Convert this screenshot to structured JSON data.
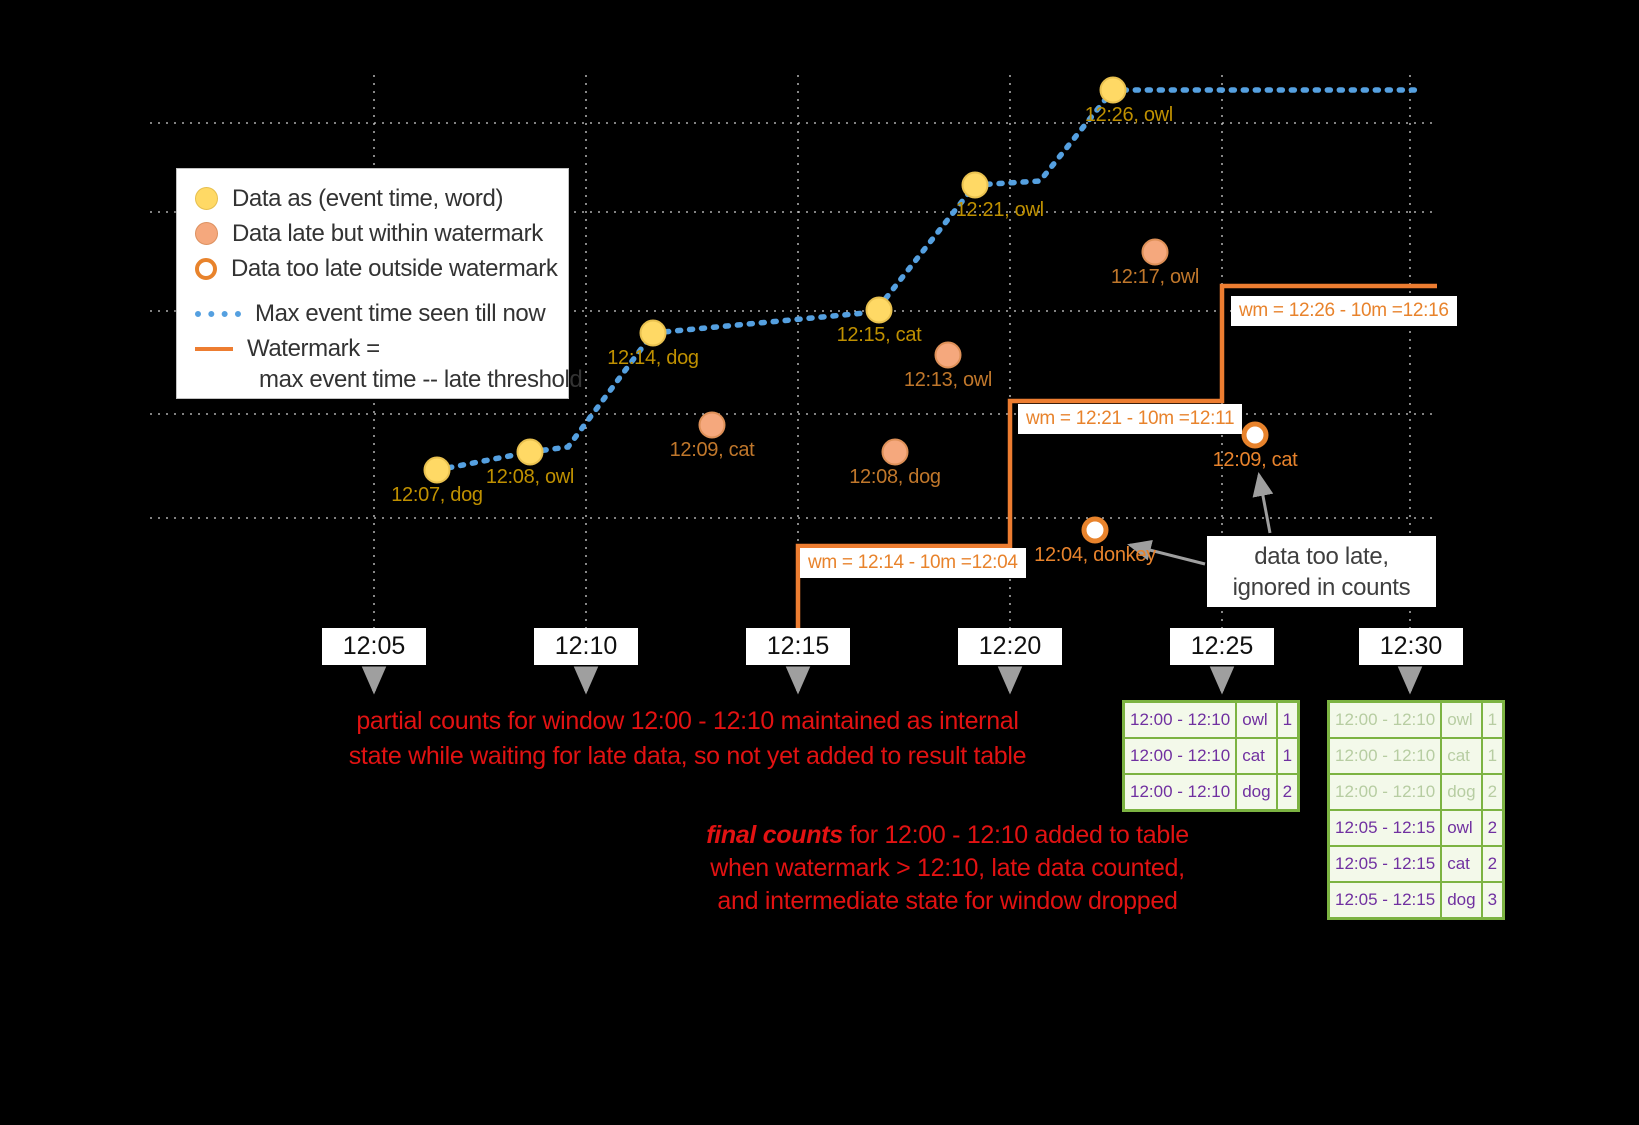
{
  "legend": {
    "items": [
      "Data as (event time, word)",
      "Data late but within watermark",
      "Data too late outside watermark",
      "Max event time seen till now",
      "Watermark =",
      "max event time -- late threshold"
    ]
  },
  "points": {
    "on_time": [
      "12:07, dog",
      "12:08, owl",
      "12:14, dog",
      "12:15, cat",
      "12:21, owl",
      "12:26, owl"
    ],
    "late": [
      "12:09, cat",
      "12:08, dog",
      "12:13, owl",
      "12:17, owl"
    ],
    "too_late": [
      "12:04, donkey",
      "12:09, cat"
    ]
  },
  "watermark_labels": [
    "wm = 12:14 - 10m =12:04",
    "wm = 12:21 - 10m =12:11",
    "wm = 12:26 - 10m =12:16"
  ],
  "axis_ticks": [
    "12:05",
    "12:10",
    "12:15",
    "12:20",
    "12:25",
    "12:30"
  ],
  "annotations": {
    "partial_line1": "partial counts for window 12:00 - 12:10 maintained as internal",
    "partial_line2": "state while waiting for late data, so not yet added  to result table",
    "final_emphasis": "final counts",
    "final_line1_rest": " for 12:00 - 12:10 added to table",
    "final_line2": "when watermark > 12:10, late data counted,",
    "final_line3": "and intermediate state for window dropped",
    "too_late_note_line1": "data too late,",
    "too_late_note_line2": "ignored in counts"
  },
  "tables": {
    "t1225": [
      {
        "window": "12:00 - 12:10",
        "word": "owl",
        "count": "1"
      },
      {
        "window": "12:00 - 12:10",
        "word": "cat",
        "count": "1"
      },
      {
        "window": "12:00 - 12:10",
        "word": "dog",
        "count": "2"
      }
    ],
    "t1230": [
      {
        "window": "12:00 - 12:10",
        "word": "owl",
        "count": "1"
      },
      {
        "window": "12:00 - 12:10",
        "word": "cat",
        "count": "1"
      },
      {
        "window": "12:00 - 12:10",
        "word": "dog",
        "count": "2"
      },
      {
        "window": "12:05 - 12:15",
        "word": "owl",
        "count": "2"
      },
      {
        "window": "12:05 - 12:15",
        "word": "cat",
        "count": "2"
      },
      {
        "window": "12:05 - 12:15",
        "word": "dog",
        "count": "3"
      }
    ]
  },
  "colors": {
    "event_point": "#ffd965",
    "late_point": "#f5a87d",
    "too_late_ring": "#e8832c",
    "max_event_line": "#55a0e0",
    "watermark_line": "#ed7d31",
    "annotation_red": "#e21212",
    "table_border_green": "#7cb342",
    "table_text_purple": "#7030a0"
  }
}
